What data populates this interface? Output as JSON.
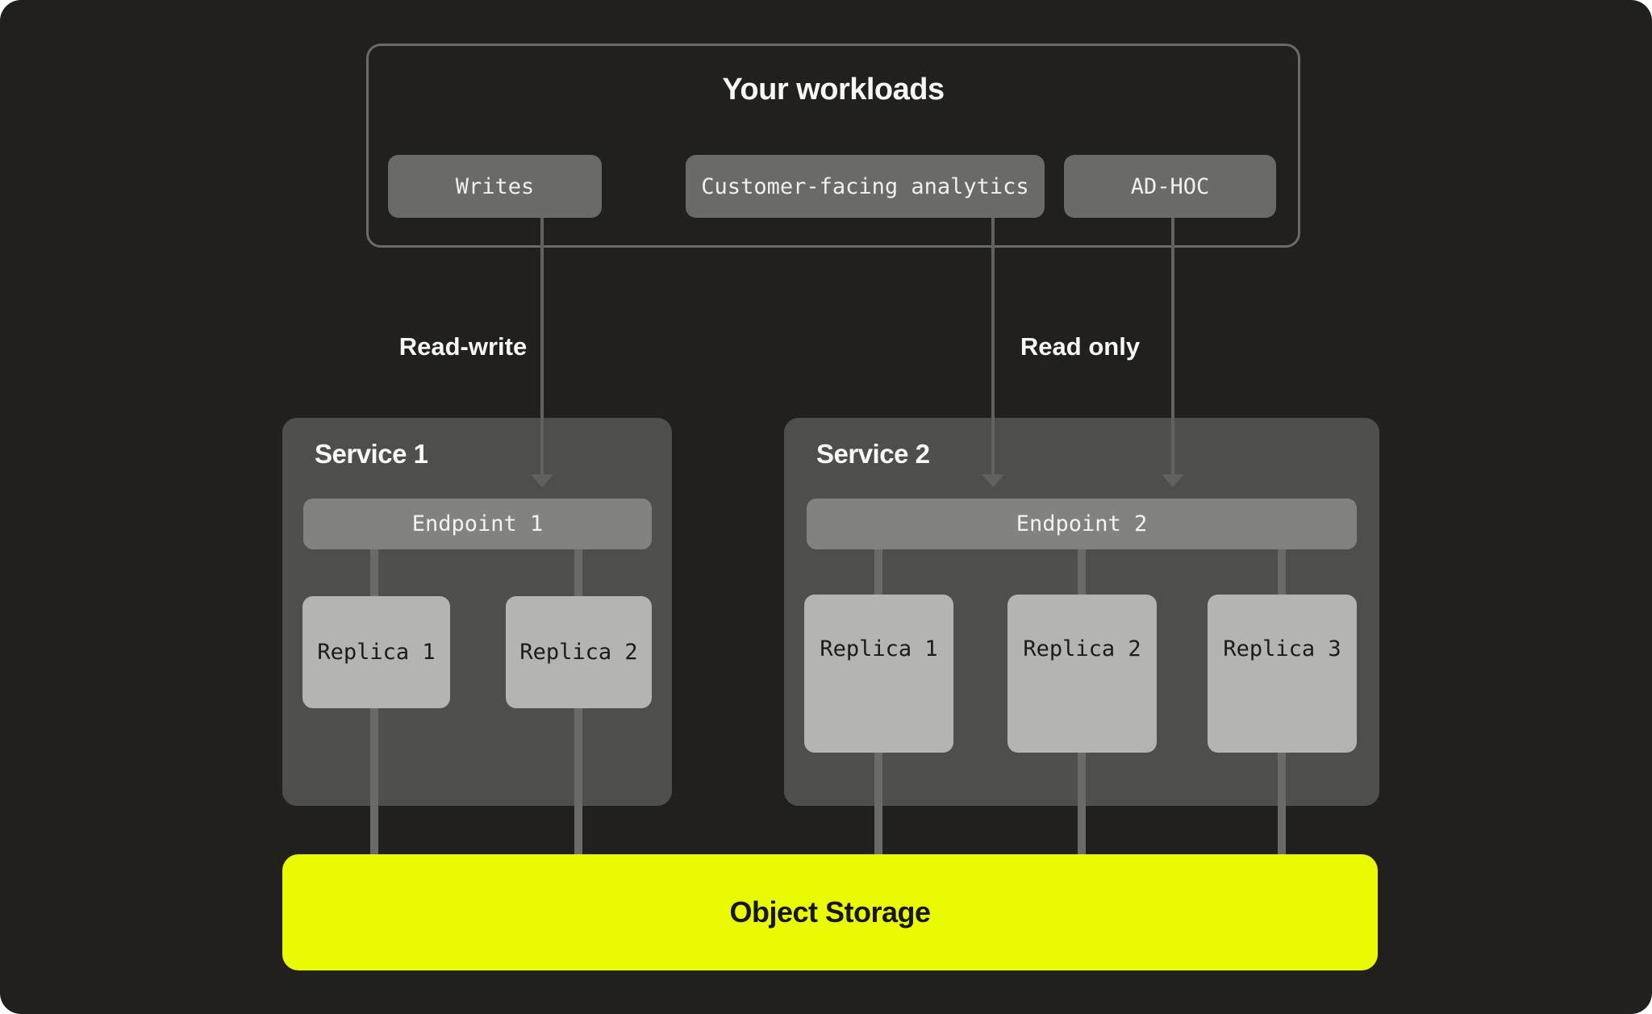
{
  "workloads": {
    "title": "Your workloads",
    "buttons": [
      {
        "label": "Writes"
      },
      {
        "label": "Customer-facing analytics"
      },
      {
        "label": "AD-HOC"
      }
    ]
  },
  "edges": {
    "read_write_label": "Read-write",
    "read_only_label": "Read only"
  },
  "services": [
    {
      "title": "Service 1",
      "endpoint": "Endpoint 1",
      "replicas": [
        "Replica 1",
        "Replica 2"
      ]
    },
    {
      "title": "Service 2",
      "endpoint": "Endpoint 2",
      "replicas": [
        "Replica 1",
        "Replica 2",
        "Replica 3"
      ]
    }
  ],
  "storage": {
    "label": "Object Storage"
  },
  "colors": {
    "canvas_background": "#21201c",
    "outer_background": "#ffffff",
    "box_border_gray": "#6a6a67",
    "chip_gray": "#6a6a67",
    "service_gray": "#4e4e4b",
    "endpoint_gray": "#828280",
    "replica_gray": "#b4b4b1",
    "connector_gray": "#6a6a67",
    "arrow_gray": "#61615e",
    "storage_yellow": "#eafa02",
    "text_light": "#f7f7f5",
    "text_dark": "#1b1b18"
  }
}
